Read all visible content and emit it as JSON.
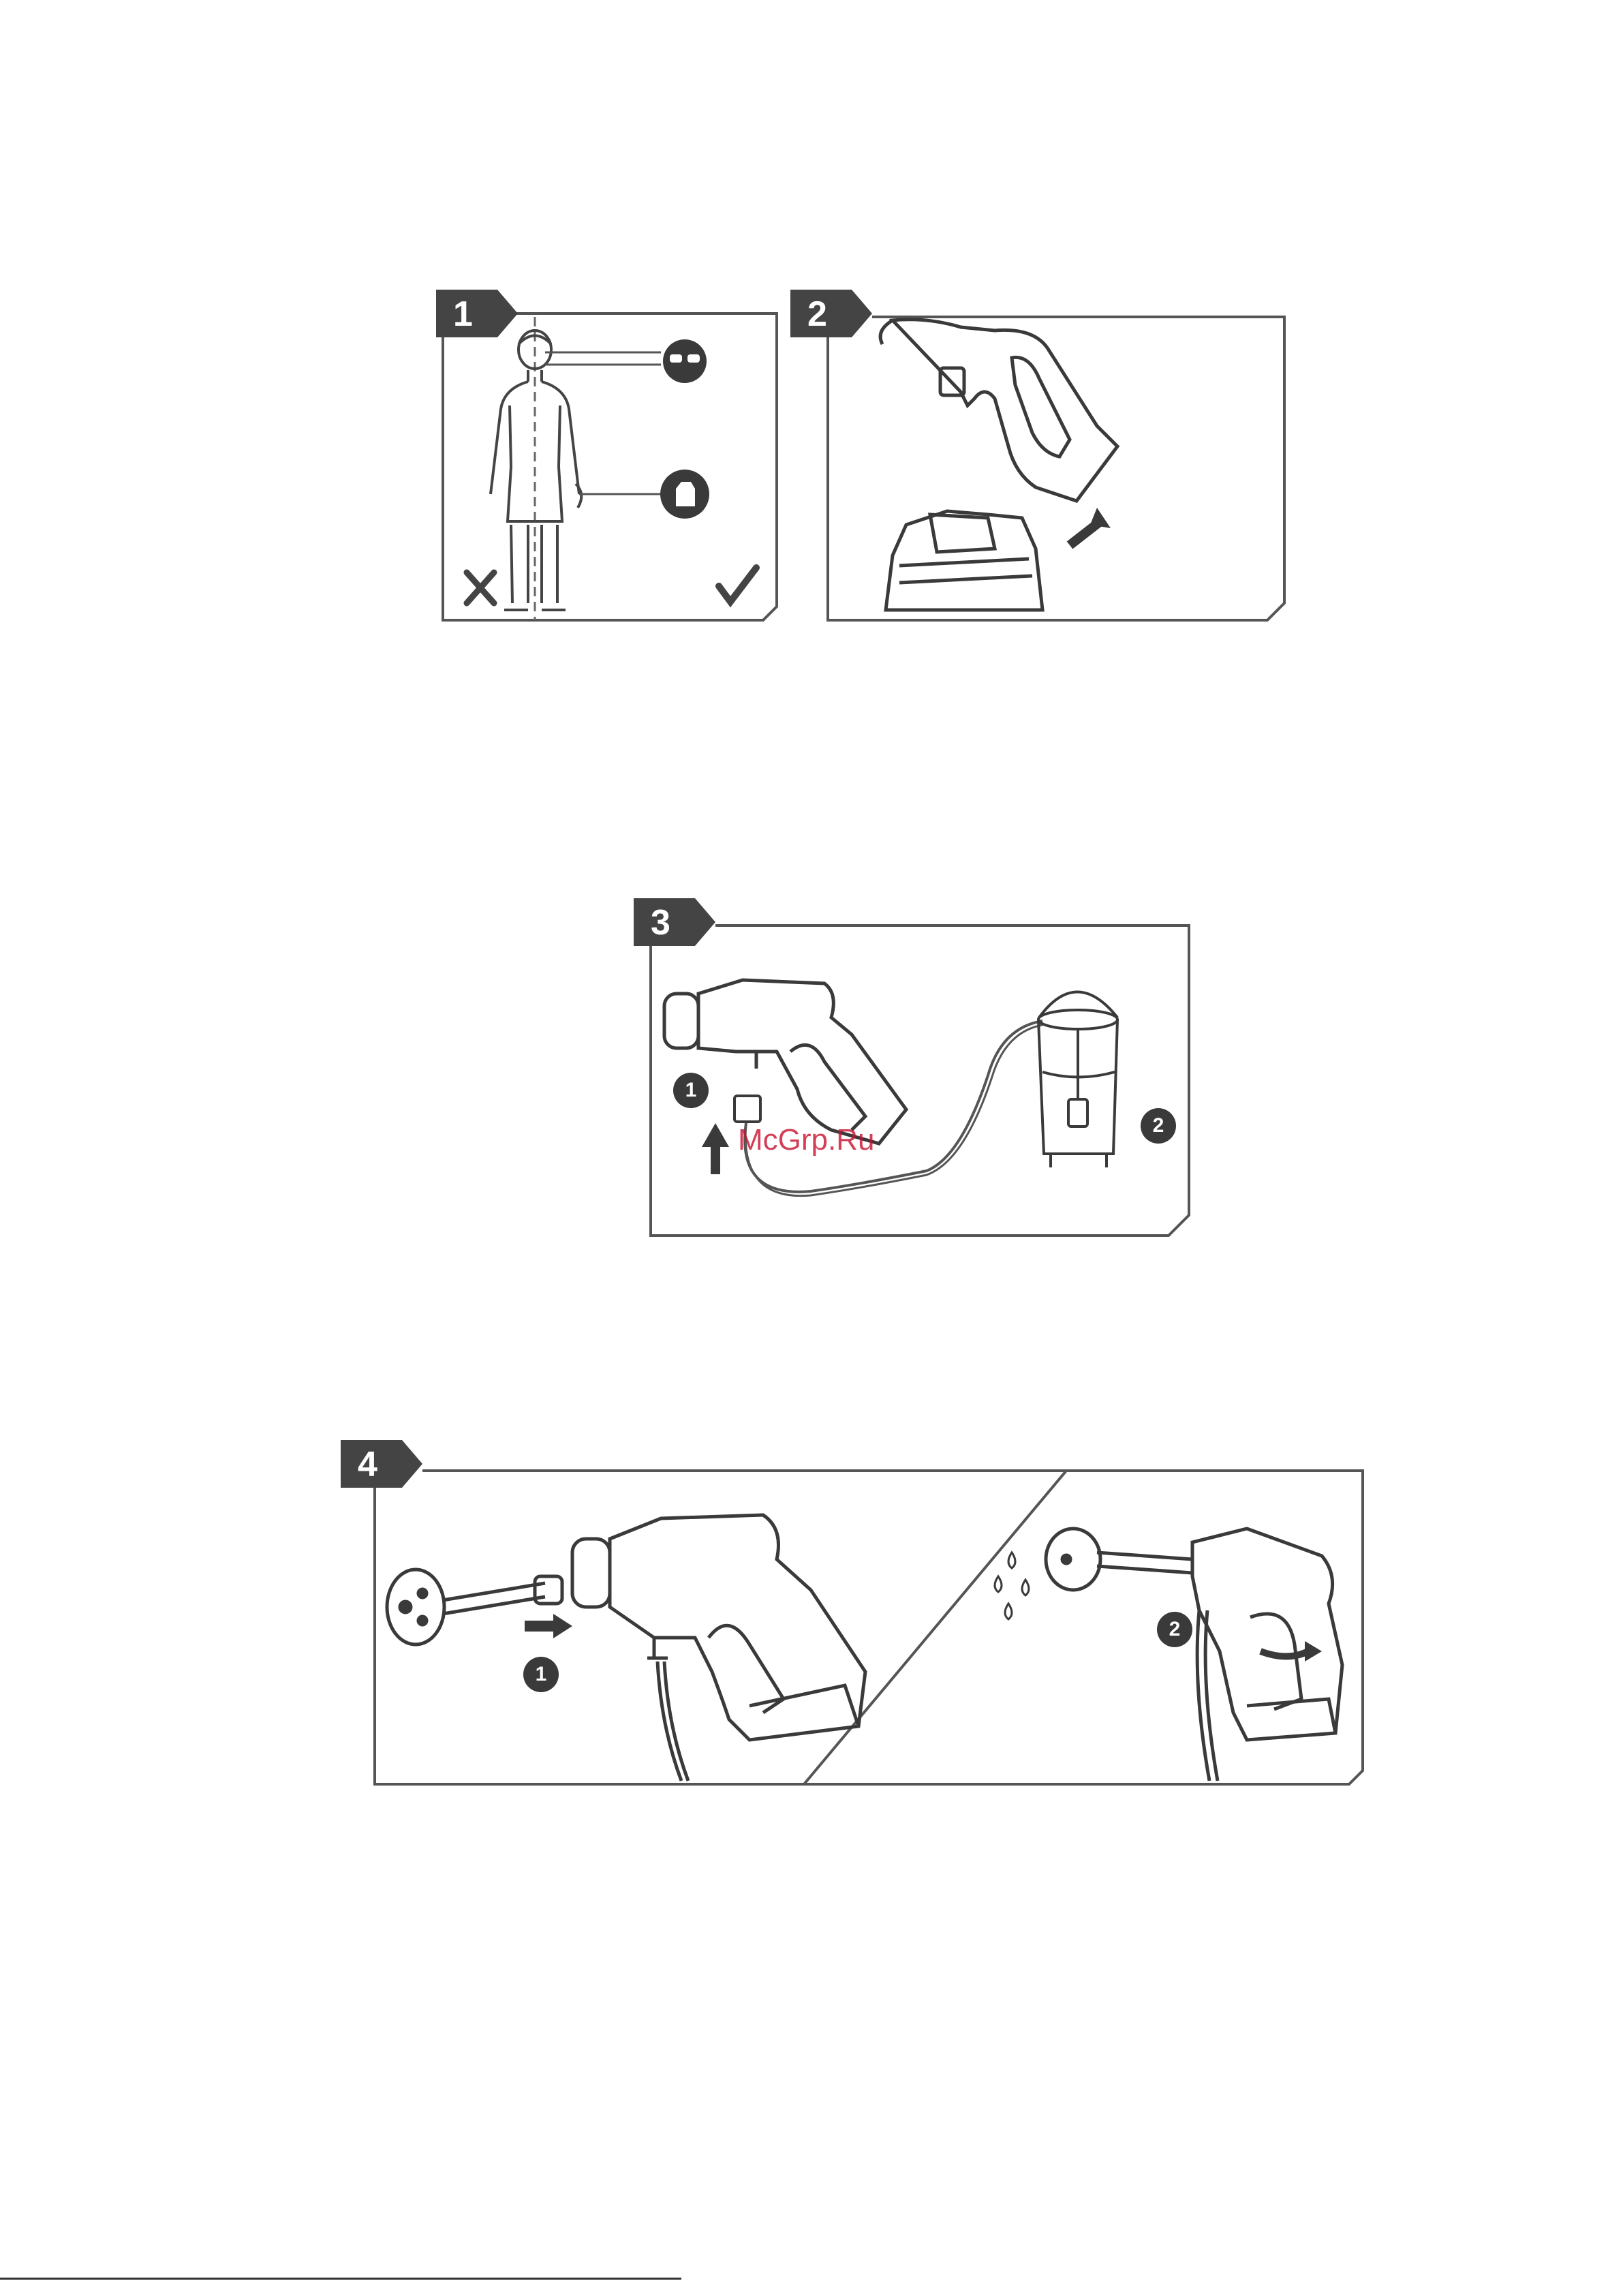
{
  "steps": [
    {
      "number": "1"
    },
    {
      "number": "2"
    },
    {
      "number": "3",
      "callouts": [
        "1",
        "2"
      ]
    },
    {
      "number": "4",
      "callouts": [
        "1",
        "2"
      ]
    }
  ],
  "watermark": "McGrp.Ru",
  "colors": {
    "ink": "#3a3a3a",
    "line": "#555555",
    "tag": "#444444",
    "watermark": "#c8102e"
  },
  "icons": [
    "safety-glasses-icon",
    "safety-gloves-icon",
    "cross-mark-icon",
    "check-mark-icon",
    "arrow-icon",
    "water-drop-icon"
  ]
}
